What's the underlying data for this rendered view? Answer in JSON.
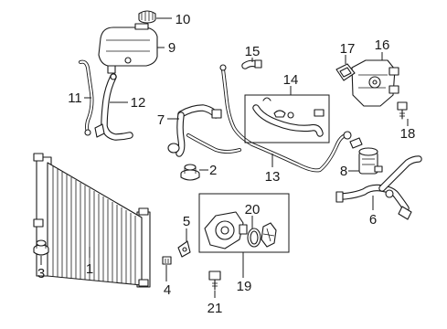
{
  "callouts": [
    {
      "id": "c1",
      "text": "1"
    },
    {
      "id": "c2",
      "text": "2"
    },
    {
      "id": "c3",
      "text": "3"
    },
    {
      "id": "c4",
      "text": "4"
    },
    {
      "id": "c5",
      "text": "5"
    },
    {
      "id": "c6",
      "text": "6"
    },
    {
      "id": "c7",
      "text": "7"
    },
    {
      "id": "c8",
      "text": "8"
    },
    {
      "id": "c9",
      "text": "9"
    },
    {
      "id": "c10",
      "text": "10"
    },
    {
      "id": "c11",
      "text": "11"
    },
    {
      "id": "c12",
      "text": "12"
    },
    {
      "id": "c13",
      "text": "13"
    },
    {
      "id": "c14",
      "text": "14"
    },
    {
      "id": "c15",
      "text": "15"
    },
    {
      "id": "c16",
      "text": "16"
    },
    {
      "id": "c17",
      "text": "17"
    },
    {
      "id": "c18",
      "text": "18"
    },
    {
      "id": "c19",
      "text": "19"
    },
    {
      "id": "c20",
      "text": "20"
    },
    {
      "id": "c21",
      "text": "21"
    }
  ],
  "colors": {
    "line": "#1a1a1a",
    "background": "#ffffff"
  }
}
